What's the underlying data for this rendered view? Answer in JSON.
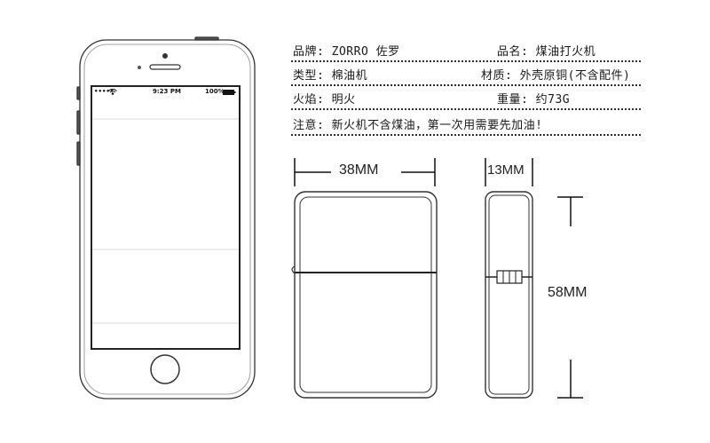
{
  "phone": {
    "status_time": "9:23 PM",
    "status_battery": "100%",
    "status_signal": "•••••",
    "wifi_icon": "wifi-icon"
  },
  "specs": {
    "brand": "品牌: ZORRO 佐罗",
    "product_name": "品名: 煤油打火机",
    "type": "类型: 棉油机",
    "material": "材质: 外壳原铜(不含配件)",
    "flame": "火焰: 明火",
    "weight": "重量: 约73G",
    "notice": "注意: 新火机不含煤油，第一次用需要先加油!"
  },
  "dimensions": {
    "width": "38MM",
    "depth": "13MM",
    "height": "58MM"
  }
}
